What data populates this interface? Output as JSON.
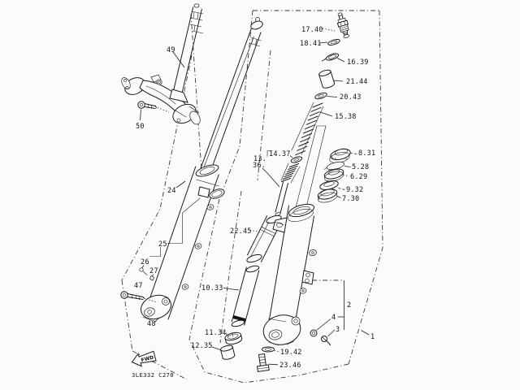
{
  "diagram": {
    "code": "3LE332 C270",
    "fwd_arrow": "FWD",
    "parts": {
      "p17_40": "17.40",
      "p18_41": "18.41",
      "p16_39": "16.39",
      "p21_44": "21.44",
      "p20_43": "20.43",
      "p15_38": "15.38",
      "p8_31": "8.31",
      "p5_28": "5.28",
      "p6_29": "6.29",
      "p9_32": "9.32",
      "p7_30": "7.30",
      "p14_37": "14.37",
      "p13": "13.",
      "p36": "36.",
      "p22_45": "22.45",
      "p10_33": "10.33",
      "p11_34": "11.34",
      "p12_35": "12.35",
      "p19_42": "19.42",
      "p23_46": "23.46",
      "p24": "24",
      "p25": "25",
      "p26": "26",
      "p27": "27",
      "p47": "47",
      "p48": "48",
      "p49": "49",
      "p50": "50",
      "p1": "1",
      "p2": "2",
      "p3": "3",
      "p4": "4"
    }
  }
}
